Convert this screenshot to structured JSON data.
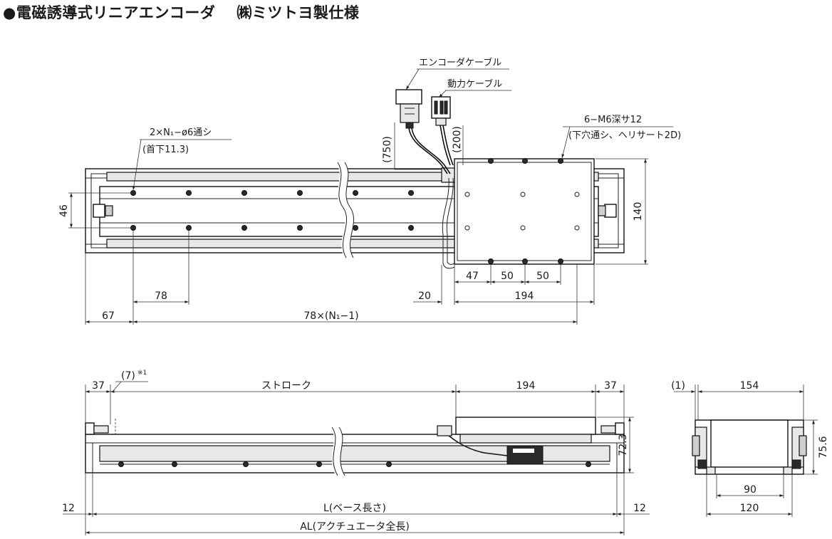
{
  "title": {
    "main": "●電磁誘導式リニアエンコーダ",
    "maker": "㈱ミツトヨ製仕様"
  },
  "top_view": {
    "labels": {
      "encoder_cable": "エンコーダケーブル",
      "power_cable": "動力ケーブル",
      "holes_spec": "2×N₁−ø6通シ",
      "holes_sub": "(首下11.3)",
      "taps_spec": "6−M6深サ12",
      "taps_sub": "(下穴通シ、ヘリサート2D)"
    },
    "dims": {
      "cable_750": "(750)",
      "cable_200": "(200)",
      "d46": "46",
      "d140": "140",
      "d47": "47",
      "d50a": "50",
      "d50b": "50",
      "d20": "20",
      "d194": "194",
      "d78": "78",
      "d67": "67",
      "pitch": "78×(N₁−1)"
    }
  },
  "side_view": {
    "dims": {
      "d37_left": "37",
      "d7": "(7)",
      "note_mark": "※1",
      "stroke": "ストローク",
      "d194": "194",
      "d37_right": "37",
      "d72_3": "72.3",
      "d12_left": "12",
      "base_length": "L(ベース長さ)",
      "d12_right": "12",
      "overall_length": "AL(アクチュエータ全長)"
    }
  },
  "end_view": {
    "dims": {
      "d1": "(1)",
      "d154": "154",
      "d75_6": "75.6",
      "d90": "90",
      "d120": "120"
    }
  }
}
